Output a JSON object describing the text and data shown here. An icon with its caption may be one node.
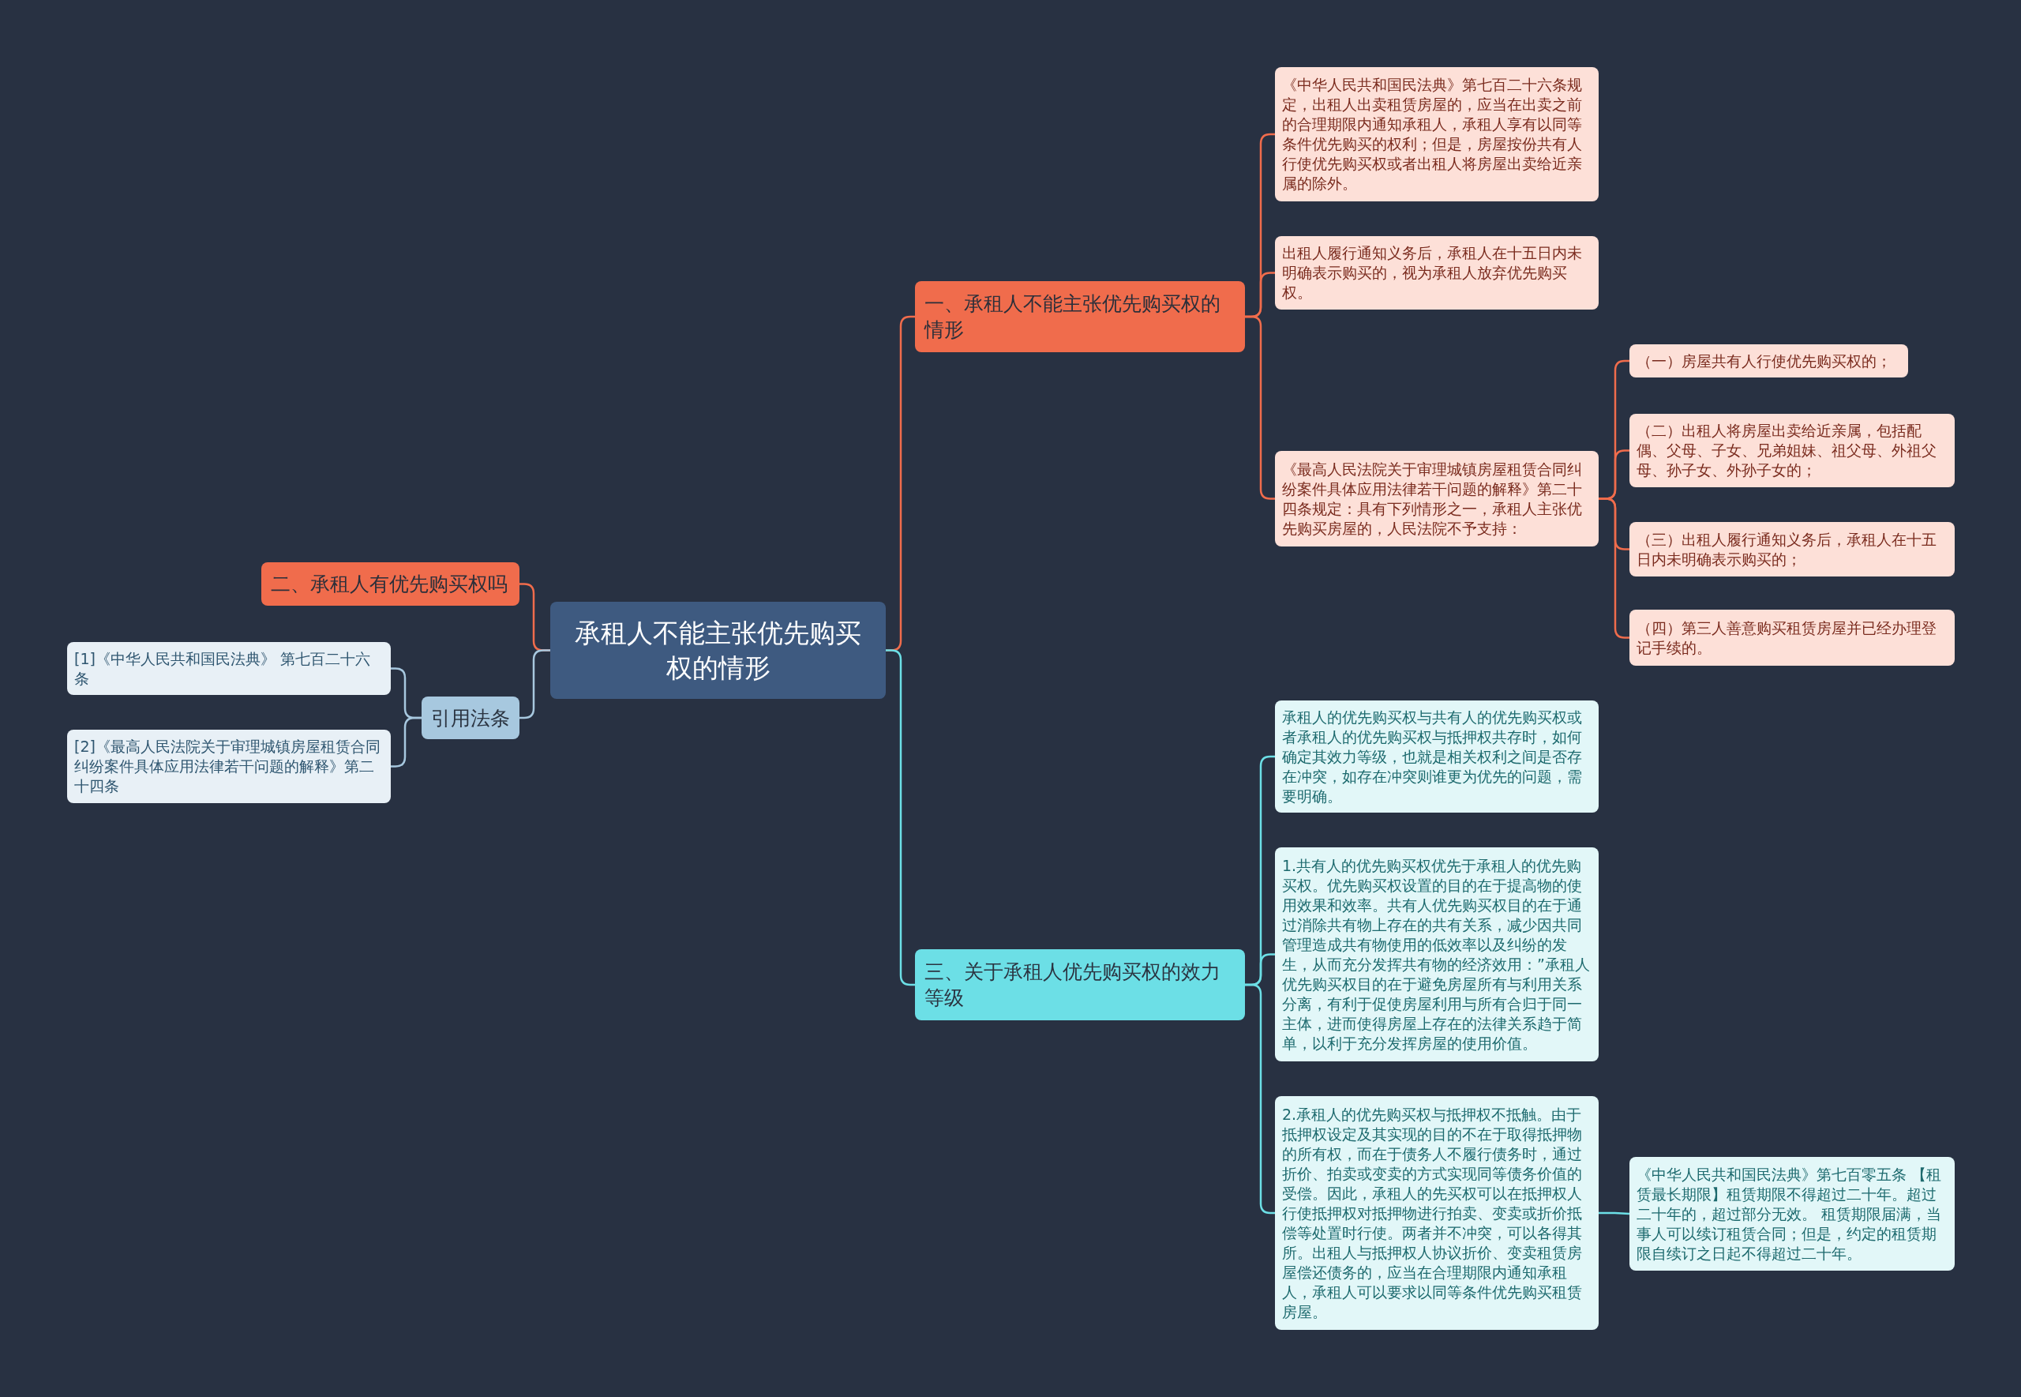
{
  "diagram": {
    "nodes": [
      {
        "text": [
          "承租人不能主张优先购买权的情形"
        ]
      },
      {
        "text": [
          "一、承租人不能主张优先购买权的情形"
        ]
      },
      {
        "text": [
          "《中华人民共和国民法典》第七百二十六条规定，出租人出卖租赁房屋的，应当在出卖之前的合理期限内通知承租人，承租人享有以同等条件优先购买的权利；但是，房屋按份共有人行使优先购买权或者出租人将房屋出卖给近亲属的除外。"
        ]
      },
      {
        "text": [
          "出租人履行通知义务后，承租人在十五日内未明确表示购买的，视为承租人放弃优先购买权。"
        ]
      },
      {
        "text": [
          "《最高人民法院关于审理城镇房屋租赁合同纠纷案件具体应用法律若干问题的解释》第二十四条规定：具有下列情形之一，承租人主张优先购买房屋的，人民法院不予支持："
        ]
      },
      {
        "text": [
          "（一）房屋共有人行使优先购买权的；"
        ]
      },
      {
        "text": [
          "（二）出租人将房屋出卖给近亲属，包括配偶、父母、子女、兄弟姐妹、祖父母、外祖父母、孙子女、外孙子女的；"
        ]
      },
      {
        "text": [
          "（三）出租人履行通知义务后，承租人在十五日内未明确表示购买的；"
        ]
      },
      {
        "text": [
          "（四）第三人善意购买租赁房屋并已经办理登记手续的。"
        ]
      },
      {
        "text": [
          "二、承租人有优先购买权吗"
        ]
      },
      {
        "text": [
          "引用法条"
        ]
      },
      {
        "text": [
          "[1]《中华人民共和国民法典》 第七百二十六条"
        ]
      },
      {
        "text": [
          "[2]《最高人民法院关于审理城镇房屋租赁合同纠纷案件具体应用法律若干问题的解释》第二十四条"
        ]
      },
      {
        "text": [
          "三、关于承租人优先购买权的效力等级"
        ]
      },
      {
        "text": [
          "承租人的优先购买权与共有人的优先购买权或者承租人的优先购买权与抵押权共存时，如何确定其效力等级，也就是相关权利之间是否存在冲突，如存在冲突则谁更为优先的问题，需要明确。"
        ]
      },
      {
        "text": [
          "1.共有人的优先购买权优先于承租人的优先购买权。优先购买权设置的目的在于提高物的使用效果和效率。共有人优先购买权目的在于通过消除共有物上存在的共有关系，减少因共同管理造成共有物使用的低效率以及纠纷的发生，从而充分发挥共有物的经济效用：”承租人优先购买权目的在于避免房屋所有与利用关系分离，有利于促使房屋利用与所有合归于同一主体，进而使得房屋上存在的法律关系趋于简单，以利于充分发挥房屋的使用价值。"
        ]
      },
      {
        "text": [
          "2.承租人的优先购买权与抵押权不抵触。由于抵押权设定及其实现的目的不在于取得抵押物的所有权，而在于债务人不履行债务时，通过折价、拍卖或变卖的方式实现同等债务价值的受偿。因此，承租人的先买权可以在抵押权人行使抵押权对抵押物进行拍卖、变卖或折价抵偿等处置时行使。两者并不冲突，可以各得其所。出租人与抵押权人协议折价、变卖租赁房屋偿还债务的，应当在合理期限内通知承租人，承租人可以要求以同等条件优先购买租赁房屋。"
        ]
      },
      {
        "text": [
          "《中华人民共和国民法典》第七百零五条 【租赁最长期限】租赁期限不得超过二十年。超过二十年的，超过部分无效。 租赁期限届满，当事人可以续订租赁合同；但是，约定的租赁期限自续订之日起不得超过二十年。"
        ]
      }
    ],
    "edges": [
      {
        "from": 0,
        "to": 1,
        "arrow": "none"
      },
      {
        "from": 1,
        "to": 2,
        "arrow": "none"
      },
      {
        "from": 1,
        "to": 3,
        "arrow": "none"
      },
      {
        "from": 1,
        "to": 4,
        "arrow": "none"
      },
      {
        "from": 4,
        "to": 5,
        "arrow": "none"
      },
      {
        "from": 4,
        "to": 6,
        "arrow": "none"
      },
      {
        "from": 4,
        "to": 7,
        "arrow": "none"
      },
      {
        "from": 4,
        "to": 8,
        "arrow": "none"
      },
      {
        "from": 0,
        "to": 9,
        "arrow": "none"
      },
      {
        "from": 0,
        "to": 10,
        "arrow": "none",
        "color": "#a7c8df"
      },
      {
        "from": 10,
        "to": 11,
        "arrow": "none",
        "color": "#a7c8df"
      },
      {
        "from": 10,
        "to": 12,
        "arrow": "none",
        "color": "#a7c8df"
      },
      {
        "from": 0,
        "to": 13,
        "arrow": "none",
        "color": "#6cdfe6"
      },
      {
        "from": 13,
        "to": 14,
        "arrow": "none",
        "color": "#6cdfe6"
      },
      {
        "from": 13,
        "to": 15,
        "arrow": "none",
        "color": "#6cdfe6"
      },
      {
        "from": 13,
        "to": 16,
        "arrow": "none",
        "color": "#6cdfe6"
      },
      {
        "from": 16,
        "to": 17,
        "arrow": "none",
        "color": "#6cdfe6"
      }
    ]
  }
}
